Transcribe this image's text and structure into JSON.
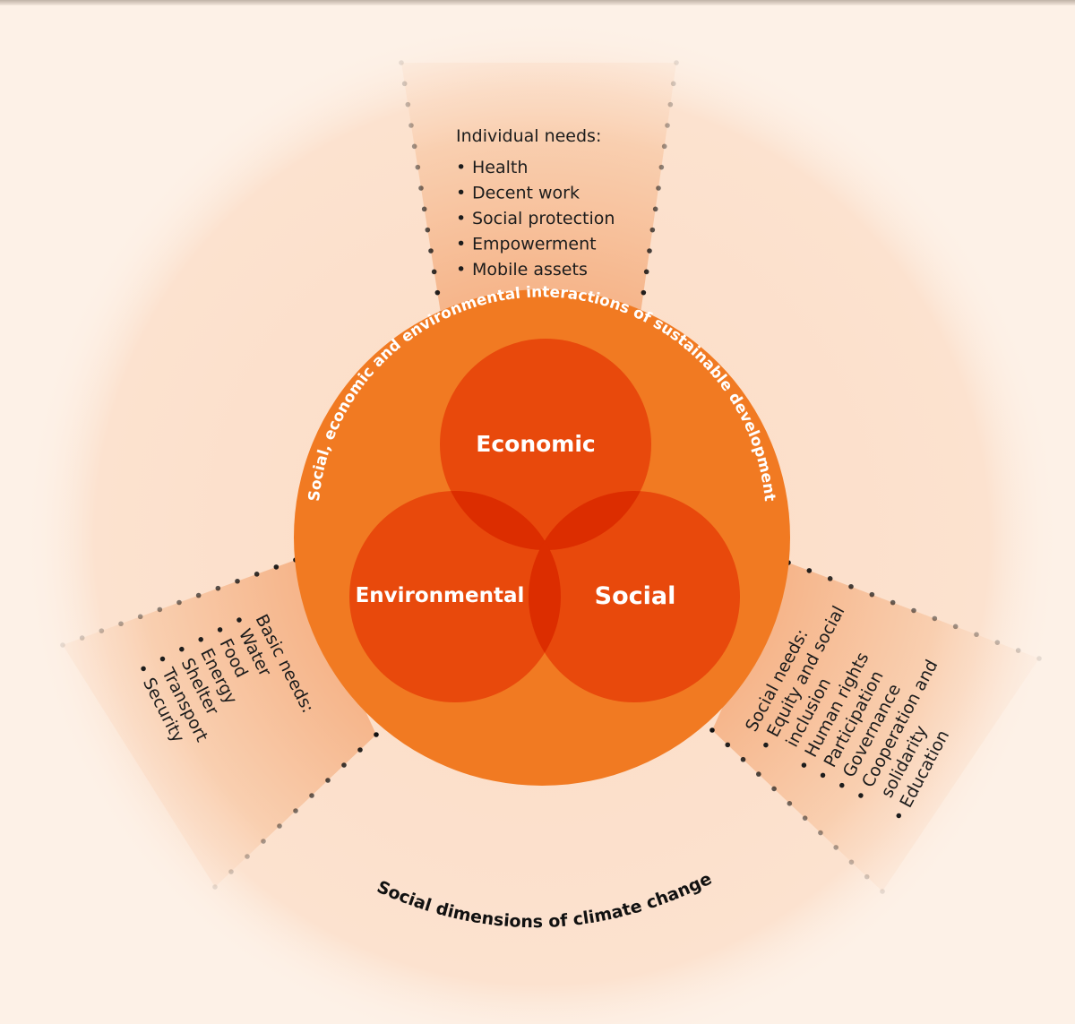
{
  "diagram": {
    "title": "Social dimensions of climate change",
    "ring_caption": "Social, economic and environmental interactions of sustainable development",
    "pillars": [
      {
        "label": "Economic"
      },
      {
        "label": "Environmental"
      },
      {
        "label": "Social"
      }
    ],
    "sectors": {
      "individual": {
        "heading": "Individual needs:",
        "items": [
          "Health",
          "Decent work",
          "Social protection",
          "Empowerment",
          "Mobile assets"
        ]
      },
      "basic": {
        "heading": "Basic needs:",
        "items": [
          "Water",
          "Food",
          "Energy",
          "Shelter",
          "Transport",
          "Security"
        ]
      },
      "social": {
        "heading": "Social needs:",
        "items": [
          "Equity and social",
          "inclusion",
          "Human rights",
          "Participation",
          "Governance",
          "Cooperation and",
          "solidarity",
          "Education"
        ],
        "bulleted": [
          true,
          false,
          true,
          true,
          true,
          true,
          false,
          true
        ]
      }
    },
    "colors": {
      "background": "#fdf1e7",
      "halo": "#fbe0cc",
      "sector_fill": "#f6b98e",
      "ring": "#f17a22",
      "pillar": "#e8490c",
      "overlap": "#dc2d00",
      "dots": "#111111"
    }
  }
}
